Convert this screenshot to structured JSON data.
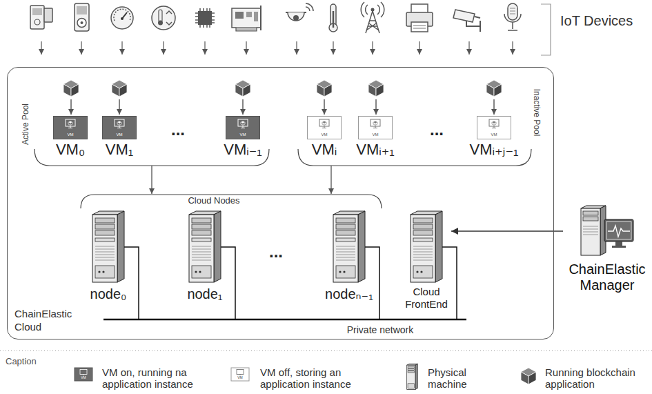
{
  "diagram": {
    "nodes": [
      {
        "text": [
          "ChainElastic Cloud"
        ]
      },
      {
        "text": [
          "VM",
          "VM₀"
        ],
        "in": 0
      },
      {
        "text": [
          "VM",
          "VM₁"
        ],
        "in": 0
      },
      {
        "text": [
          "VM",
          "VMᵢ₋₁"
        ],
        "in": 0
      },
      {
        "text": [
          "VM",
          "VMᵢ"
        ],
        "in": 0
      },
      {
        "text": [
          "VM",
          "VMᵢ₊₁"
        ],
        "in": 0
      },
      {
        "text": [
          "VM",
          "VMᵢ₊ⱼ₋₁"
        ],
        "in": 0
      },
      {
        "text": [
          "node₀"
        ],
        "in": 0
      },
      {
        "text": [
          "node₁"
        ],
        "in": 0
      },
      {
        "text": [
          "nodeₙ₋₁"
        ],
        "in": 0
      },
      {
        "text": [
          "Cloud FrontEnd"
        ],
        "in": 0
      },
      {
        "text": [
          "ChainElastic Manager"
        ]
      }
    ],
    "edges": [
      {
        "from": 11,
        "to": 10,
        "arrow": "to"
      }
    ],
    "labels": [
      "IoT Devices",
      "Active Pool",
      "Inactive Pool",
      "...",
      "...",
      "...",
      "Cloud Nodes",
      "Private network",
      "Caption",
      "VM",
      "VM"
    ],
    "legend": [
      {
        "text": "VM on, running na application instance"
      },
      {
        "text": "VM off, storing an application instance"
      },
      {
        "text": "Physical machine"
      },
      {
        "text": "Running blockchain application"
      }
    ]
  }
}
